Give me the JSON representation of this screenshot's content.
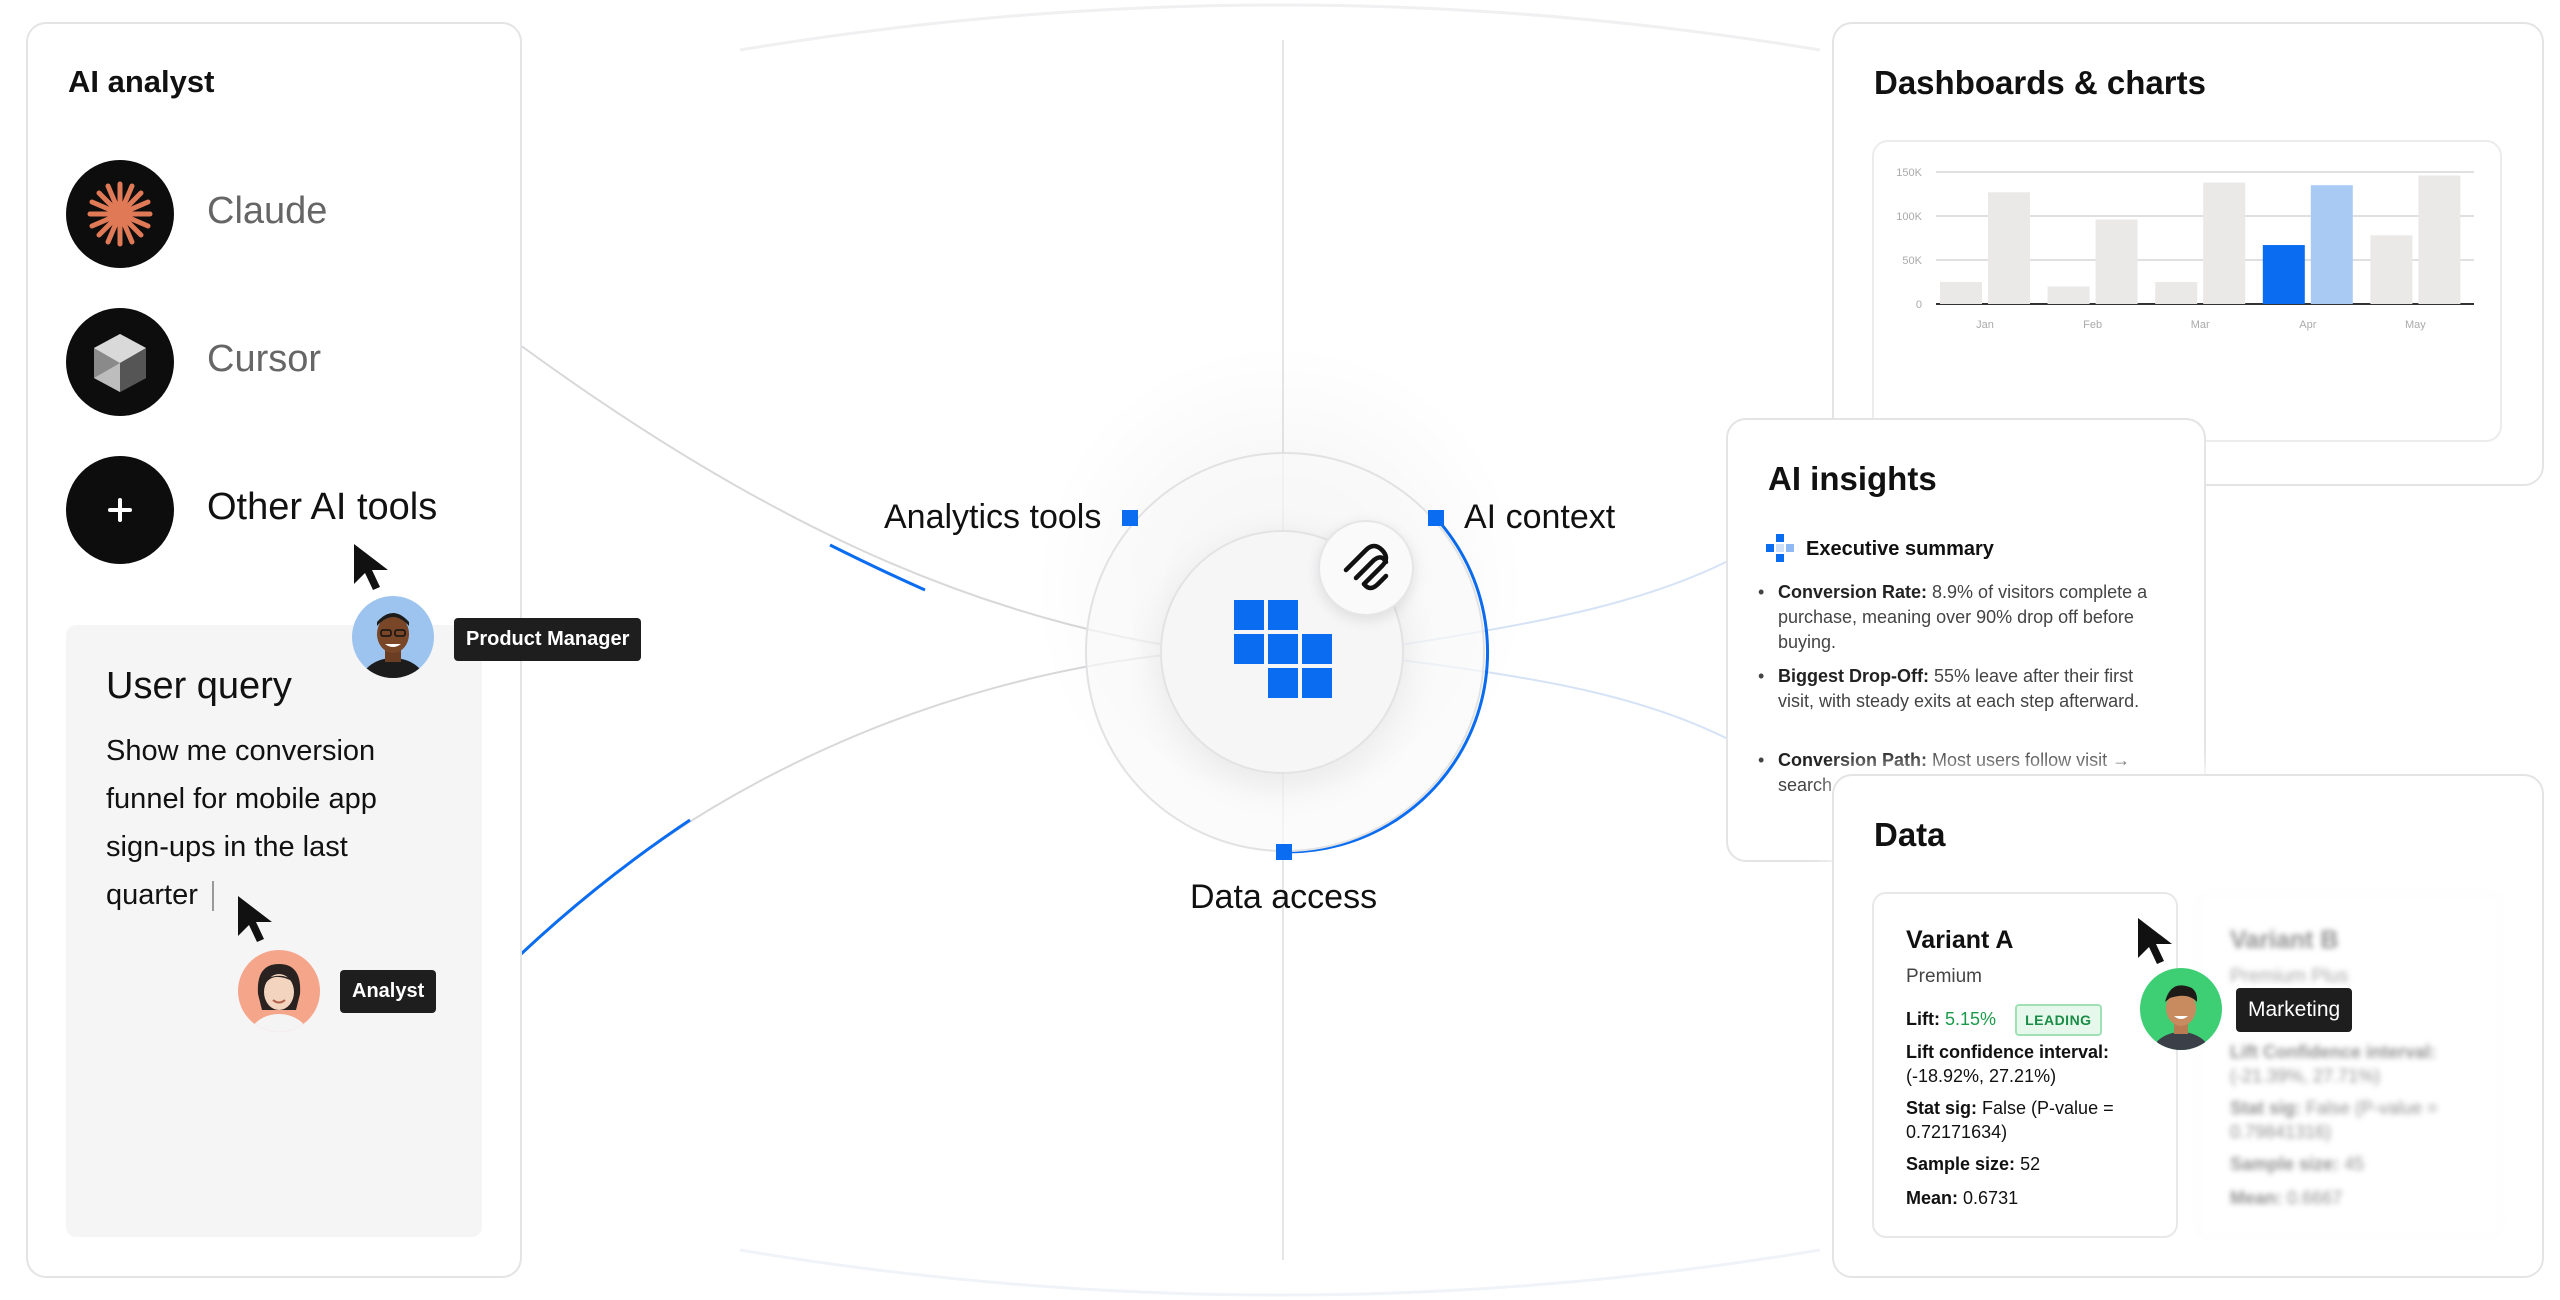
{
  "hub": {
    "nodes": {
      "analytics_tools": "Analytics tools",
      "ai_context": "AI context",
      "data_access": "Data access"
    }
  },
  "ai_analyst": {
    "title": "AI analyst",
    "tools": [
      {
        "label": "Claude",
        "icon": "claude-icon"
      },
      {
        "label": "Cursor",
        "icon": "cursor-icon"
      },
      {
        "label": "Other AI tools",
        "icon": "plus-icon"
      }
    ],
    "user_query": {
      "title": "User query",
      "text": "Show me conversion funnel for mobile app sign-ups in the last quarter"
    },
    "tags": {
      "product_manager": "Product Manager",
      "analyst": "Analyst"
    }
  },
  "dashboards": {
    "title": "Dashboards & charts",
    "chart_data": {
      "type": "bar",
      "categories": [
        "Jan",
        "Feb",
        "Mar",
        "Apr",
        "May"
      ],
      "series": [
        {
          "values": [
            25000,
            20000,
            25000,
            67000,
            78000
          ]
        },
        {
          "values": [
            127000,
            96000,
            138000,
            135000,
            146000
          ]
        }
      ],
      "y_ticks": [
        "0",
        "50K",
        "100K",
        "150K"
      ],
      "ylim": [
        0,
        150000
      ],
      "grid": true,
      "colors": {
        "muted": "#ebe9e8",
        "highlight_primary": "#0a6cf0",
        "highlight_secondary": "#a9cbf3"
      },
      "highlight_category": "Apr"
    }
  },
  "ai_insights": {
    "title": "AI insights",
    "summary_heading": "Executive summary",
    "bullets": [
      {
        "label": "Conversion Rate:",
        "text": " 8.9% of visitors complete a purchase, meaning over 90% drop off before buying."
      },
      {
        "label": "Biggest Drop-Off:",
        "text": " 55% leave after their first visit, with steady exits at each step afterward."
      },
      {
        "label": "Conversion Path:",
        "text": " Most users follow visit → search → ... purc..."
      }
    ]
  },
  "data": {
    "title": "Data",
    "tag": "Marketing",
    "variant_a": {
      "title": "Variant A",
      "plan": "Premium",
      "lift_label": "Lift:",
      "lift_value": "5.15%",
      "leading": "LEADING",
      "ci_label": "Lift confidence interval:",
      "ci_value": "(-18.92%, 27.21%)",
      "stat_label": "Stat sig:",
      "stat_value": "False (P-value = 0.72171634)",
      "sample_label": "Sample size:",
      "sample_value": "52",
      "mean_label": "Mean:",
      "mean_value": "0.6731"
    },
    "variant_b": {
      "title": "Variant B",
      "plan": "Premium Plus",
      "ci_label": "Lift Confidence interval:",
      "ci_value": "(-21.39%, 27.71%)",
      "stat_label": "Stat sig:",
      "stat_value": "False (P-value = 0.79841316)",
      "sample_label": "Sample size:",
      "sample_value": "45",
      "mean_label": "Mean:",
      "mean_value": "0.6667"
    }
  },
  "colors": {
    "accent": "#0a6cf0",
    "text": "#111111",
    "card_border": "#e4e4e6"
  }
}
